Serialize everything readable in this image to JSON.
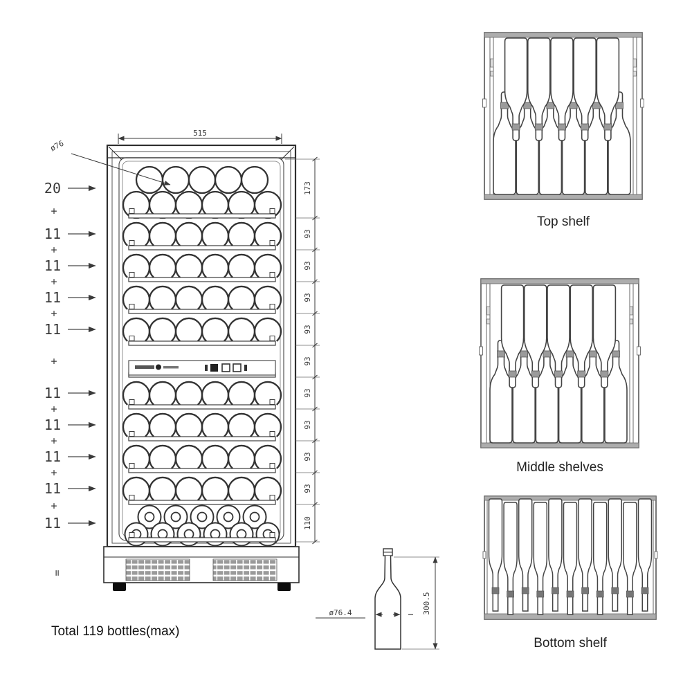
{
  "front_view": {
    "width_dim": "515",
    "bottle_diameter_callout": "ø76",
    "plus_sign": "+",
    "equals_sign": "=",
    "row_counts": [
      "20",
      "11",
      "11",
      "11",
      "11",
      "11",
      "11",
      "11",
      "11",
      "11"
    ],
    "height_dims": [
      "173",
      "93",
      "93",
      "93",
      "93",
      "93",
      "93",
      "93",
      "93",
      "93",
      "110"
    ]
  },
  "bottle_detail": {
    "diameter_dim": "ø76.4",
    "height_dim": "300.5"
  },
  "shelf_views": [
    {
      "label": "Top shelf"
    },
    {
      "label": "Middle shelves"
    },
    {
      "label": "Bottom shelf"
    }
  ],
  "total_label": "Total 119 bottles(max)"
}
